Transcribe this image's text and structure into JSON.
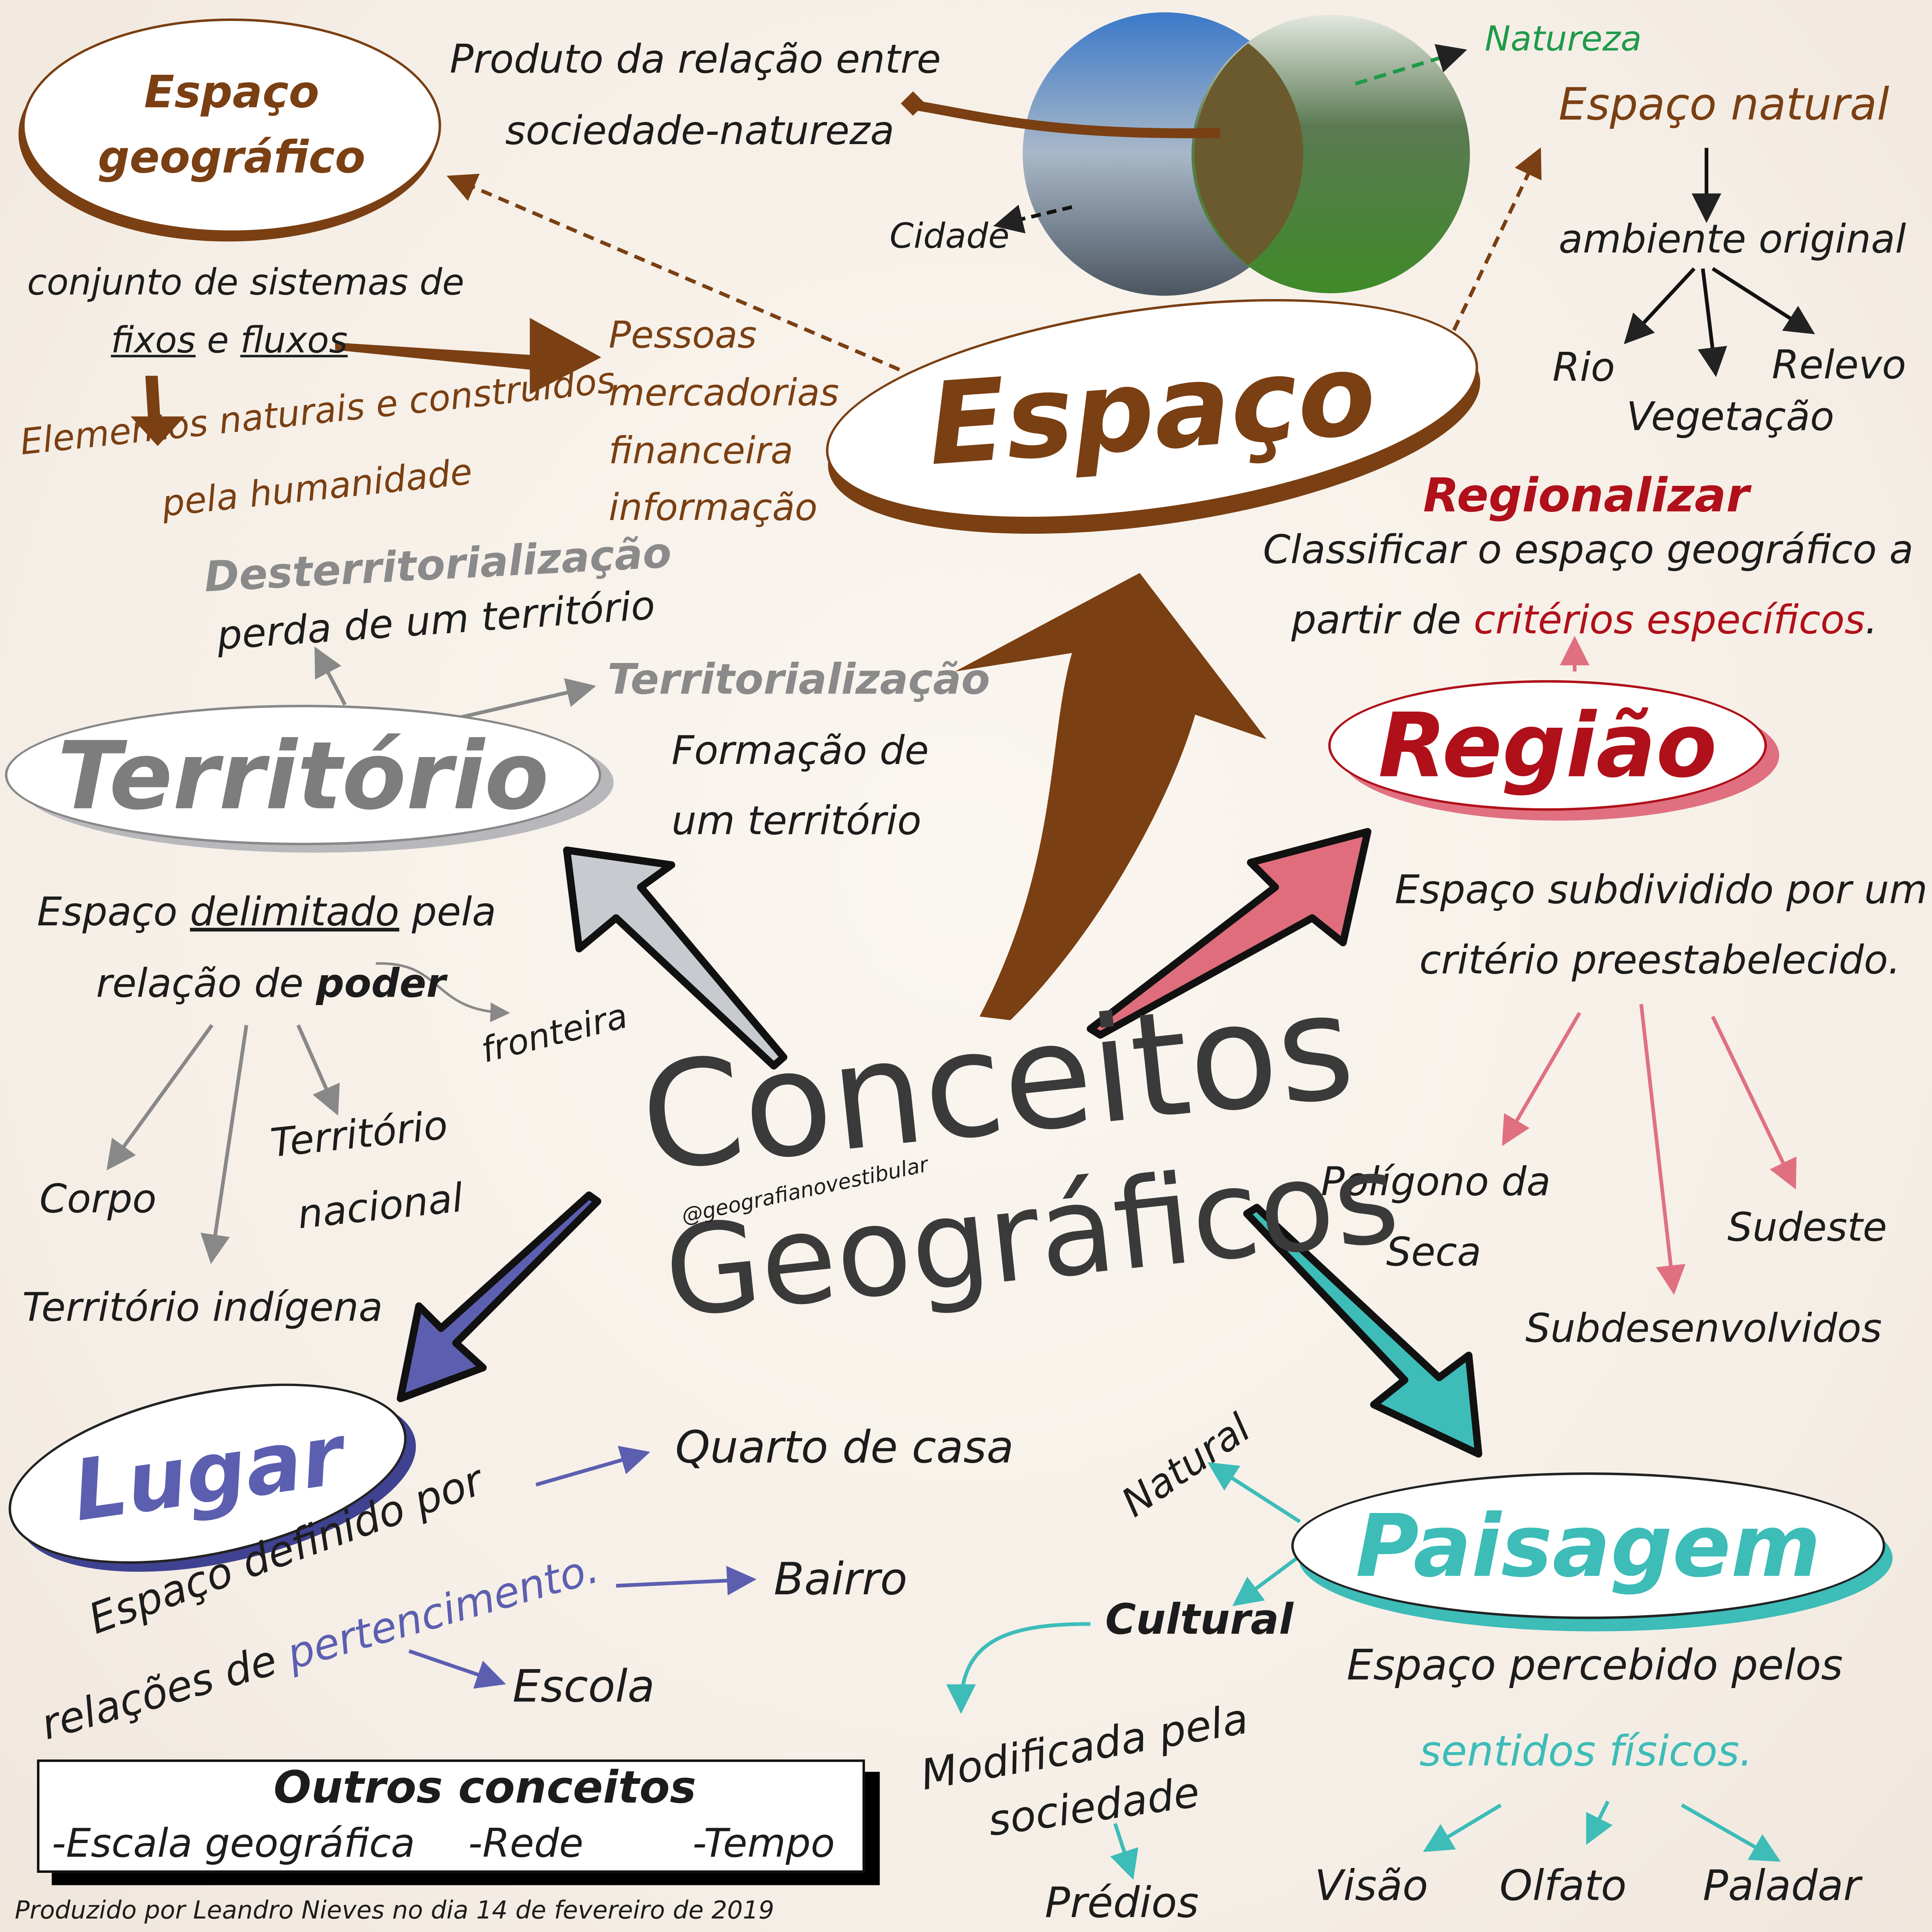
{
  "title": {
    "line1": "Conceitos",
    "line2": "Geográficos",
    "handle": "@geografianovestibular"
  },
  "espaco": {
    "label": "Espaço",
    "geo_label_1": "Espaço",
    "geo_label_2": "geográfico",
    "produto_1": "Produto da relação entre",
    "produto_2": "sociedade-natureza",
    "natureza": "Natureza",
    "cidade": "Cidade",
    "espaco_natural": "Espaço natural",
    "ambiente": "ambiente original",
    "rio": "Rio",
    "relevo": "Relevo",
    "vegetacao": "Vegetação",
    "conjunto": "conjunto de sistemas de",
    "fixos": "fixos",
    "e": "e",
    "fluxos": "fluxos",
    "fluxos_items": [
      "Pessoas",
      "mercadorias",
      "financeira",
      "informação"
    ],
    "elementos_1": "Elementos naturais e construídos",
    "elementos_2": "pela humanidade"
  },
  "regiao": {
    "label": "Região",
    "regionalizar": "Regionalizar",
    "classificar": "Classificar o espaço geográfico a",
    "partir": "partir de",
    "criterios": "critérios específicos",
    "ponto": ".",
    "def_1": "Espaço subdividido por um",
    "def_2": "critério preestabelecido.",
    "examples": [
      "Polígono da",
      "Seca",
      "Sudeste",
      "Subdesenvolvidos"
    ]
  },
  "territorio": {
    "label": "Território",
    "desterr": "Desterritorialização",
    "perda": "perda de um território",
    "terr": "Territorialização",
    "formacao_1": "Formação de",
    "formacao_2": "um território",
    "def_1a": "Espaço",
    "def_1b": "delimitado",
    "def_1c": "pela",
    "def_2a": "relação de",
    "def_2b": "poder",
    "fronteira": "fronteira",
    "examples": [
      "Corpo",
      "Território",
      "nacional",
      "Território indígena"
    ]
  },
  "lugar": {
    "label": "Lugar",
    "def_1": "Espaço definido por",
    "def_2a": "relações de",
    "def_2b": "pertencimento.",
    "examples": [
      "Quarto de casa",
      "Bairro",
      "Escola"
    ]
  },
  "paisagem": {
    "label": "Paisagem",
    "natural": "Natural",
    "cultural": "Cultural",
    "modificada_1": "Modificada pela",
    "modificada_2": "sociedade",
    "predios": "Prédios",
    "def": "Espaço percebido pelos",
    "sentidos": "sentidos físicos.",
    "senses": [
      "Visão",
      "Olfato",
      "Paladar"
    ]
  },
  "outros": {
    "title": "Outros conceitos",
    "items": [
      "-Escala geográfica",
      "-Rede",
      "-Tempo"
    ]
  },
  "footer": "Produzido por Leandro Nieves no dia 14 de fevereiro de 2019",
  "colors": {
    "espaco": "#7a3f12",
    "regiao": "#b0101a",
    "territorio": "#8a8a8a",
    "lugar": "#5c5fb0",
    "paisagem": "#3dbcb8",
    "natureza": "#1f9a4a"
  }
}
